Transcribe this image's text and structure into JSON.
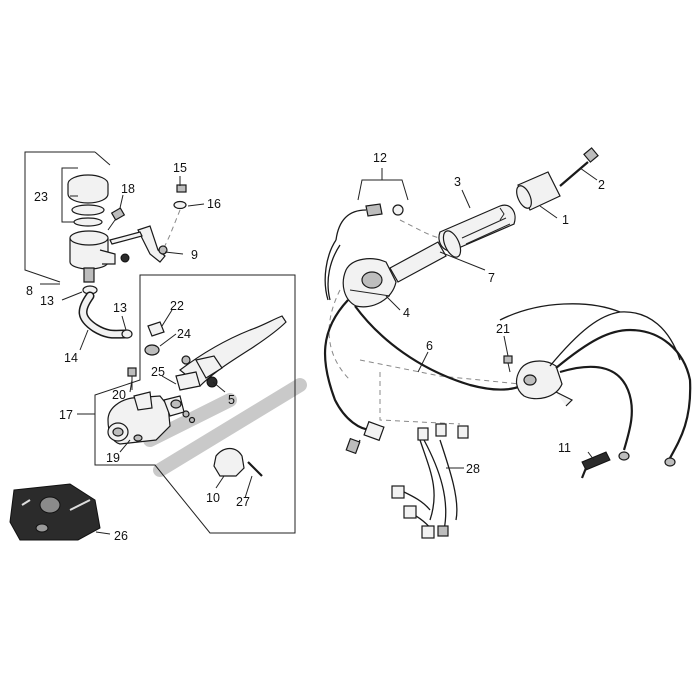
{
  "callouts": {
    "c1": "1",
    "c2": "2",
    "c3": "3",
    "c4": "4",
    "c5": "5",
    "c6": "6",
    "c7": "7",
    "c8": "8",
    "c9": "9",
    "c10": "10",
    "c11": "11",
    "c12": "12",
    "c13a": "13",
    "c13b": "13",
    "c14": "14",
    "c15": "15",
    "c16": "16",
    "c17": "17",
    "c18": "18",
    "c19": "19",
    "c20": "20",
    "c21": "21",
    "c22": "22",
    "c23": "23",
    "c24": "24",
    "c25": "25",
    "c26": "26",
    "c27": "27",
    "c28": "28"
  }
}
